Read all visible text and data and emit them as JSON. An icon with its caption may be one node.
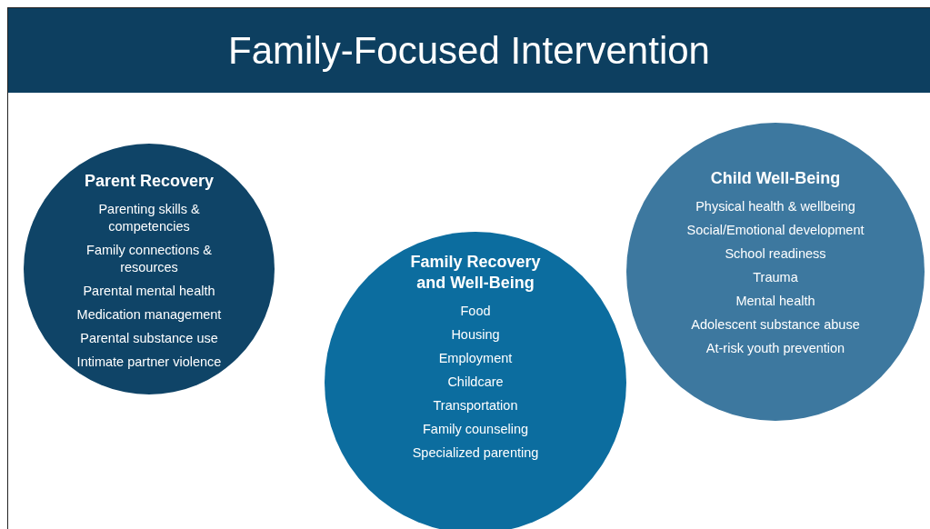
{
  "diagram": {
    "title": "Family-Focused Intervention",
    "nodes": [
      {
        "text": [
          "Parent Recovery",
          "Parenting skills & competencies",
          "Family connections & resources",
          "Parental mental health",
          "Medication management",
          "Parental substance use",
          "Intimate partner violence"
        ]
      },
      {
        "text": [
          "Family Recovery and Well-Being",
          "Food",
          "Housing",
          "Employment",
          "Childcare",
          "Transportation",
          "Family counseling",
          "Specialized parenting"
        ]
      },
      {
        "text": [
          "Child Well-Being",
          "Physical health & wellbeing",
          "Social/Emotional development",
          "School readiness",
          "Trauma",
          "Mental health",
          "Adolescent substance abuse",
          "At-risk youth prevention"
        ]
      }
    ]
  }
}
